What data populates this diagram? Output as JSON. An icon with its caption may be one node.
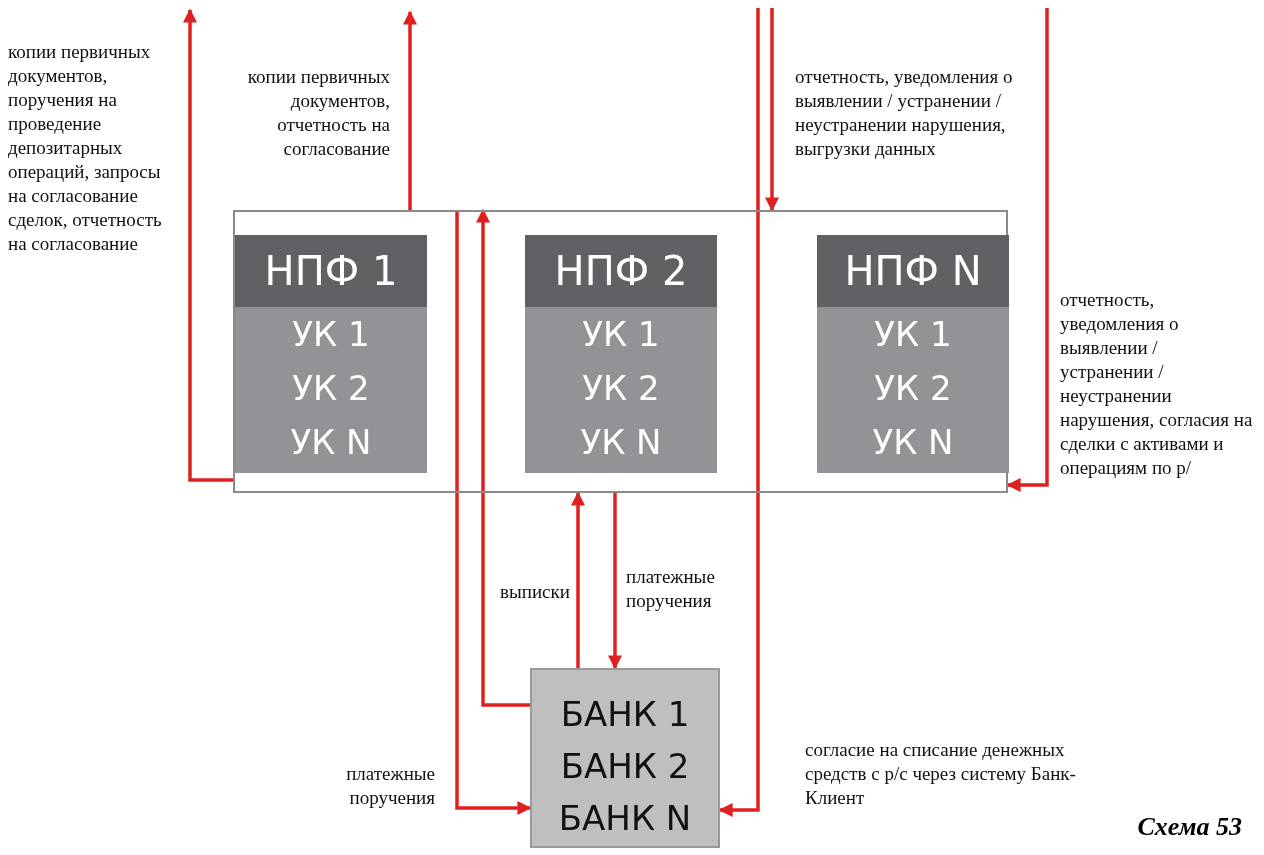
{
  "diagram": {
    "caption": "Схема 53",
    "nodes": [
      {
        "text": [],
        "shape": "box"
      },
      {
        "text": [
          "НПФ 1",
          "УК 1",
          "УК 2",
          "УК N"
        ],
        "in": 0
      },
      {
        "text": [
          "НПФ 2",
          "УК 1",
          "УК 2",
          "УК N"
        ],
        "in": 0
      },
      {
        "text": [
          "НПФ N",
          "УК 1",
          "УК 2",
          "УК N"
        ],
        "in": 0
      },
      {
        "text": [
          "БАНК 1",
          "БАНК 2",
          "БАНК N"
        ]
      }
    ],
    "edges": [
      {
        "from": 0,
        "to": null,
        "arrow": "to",
        "label": "копии первичных документов, поручения на проведение депозитарных операций, запросы на согласование сделок, отчетность на согласование"
      },
      {
        "from": 0,
        "to": null,
        "arrow": "to",
        "label": "копии первичных документов, отчетность на согласование"
      },
      {
        "from": null,
        "to": 0,
        "arrow": "to",
        "label": "отчетность, уведомления о выявлении / устранении / неустранении нарушения, выгрузки данных"
      },
      {
        "from": null,
        "to": 0,
        "arrow": "to",
        "label": "отчетность, уведомления о выявлении / устранении / неустранении нарушения, согласия на сделки с активами и операциям по р/"
      },
      {
        "from": null,
        "to": 4,
        "arrow": "to",
        "label": "согласие на списание денежных средств с р/с через систему Банк-Клиент"
      },
      {
        "from": 4,
        "to": 0,
        "arrow": "to",
        "label": "выписки"
      },
      {
        "from": 0,
        "to": 4,
        "arrow": "to",
        "label": "платежные поручения"
      },
      {
        "from": 4,
        "to": 0,
        "arrow": "to"
      },
      {
        "from": 0,
        "to": 4,
        "arrow": "to",
        "label": "платежные поручения"
      }
    ]
  }
}
